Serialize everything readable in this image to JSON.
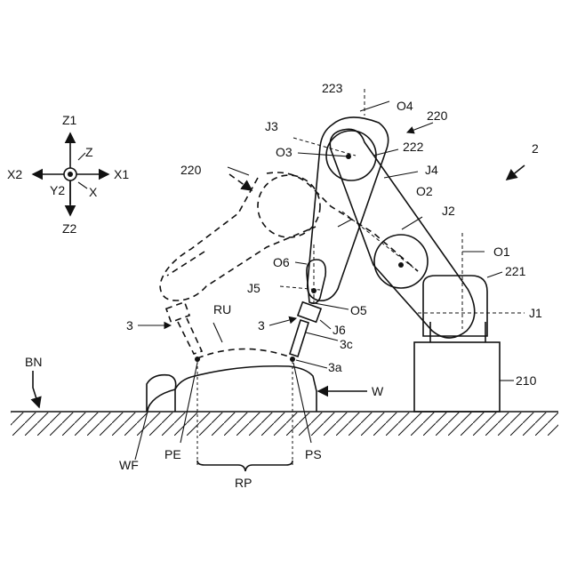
{
  "labels": {
    "fig_ref": "2",
    "axis_z1": "Z1",
    "axis_z": "Z",
    "axis_x2": "X2",
    "axis_x1": "X1",
    "axis_y2": "Y2",
    "axis_x": "X",
    "axis_z2": "Z2",
    "o4": "O4",
    "n223": "223",
    "n220_top": "220",
    "j3": "J3",
    "n222": "222",
    "o3": "O3",
    "j4": "J4",
    "n220_ghost": "220",
    "o2": "O2",
    "j2": "J2",
    "o1": "O1",
    "n221": "221",
    "o6": "O6",
    "j5": "J5",
    "o5": "O5",
    "j1": "J1",
    "tool_ghost": "3",
    "ru": "RU",
    "tool": "3",
    "j6": "J6",
    "n3c": "3c",
    "n3a": "3a",
    "n210": "210",
    "bn": "BN",
    "w": "W",
    "wf": "WF",
    "pe": "PE",
    "ps": "PS",
    "rp": "RP"
  }
}
